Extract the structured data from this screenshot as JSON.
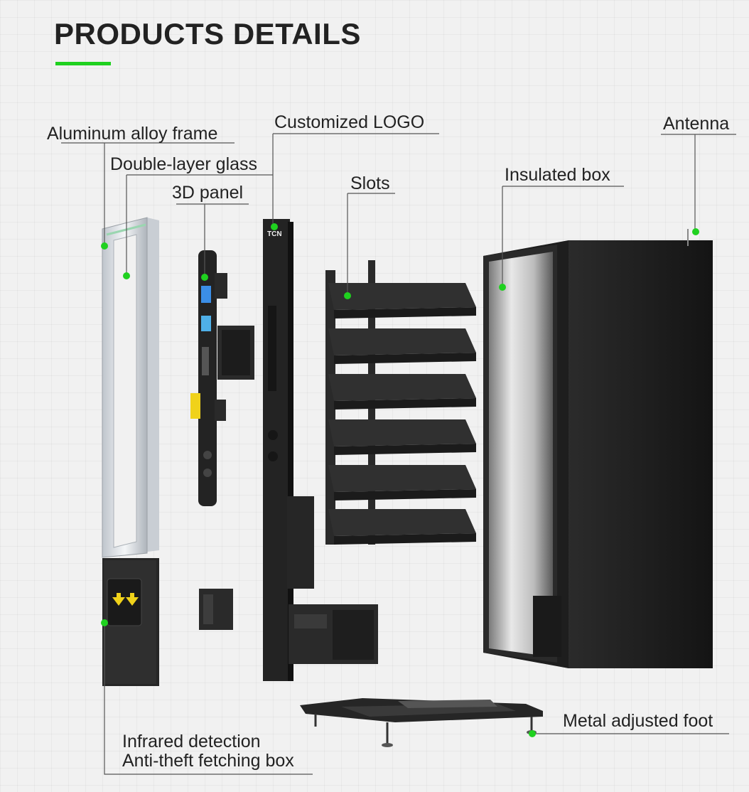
{
  "heading": "PRODUCTS DETAILS",
  "colors": {
    "accent": "#1fd11f",
    "text": "#222222",
    "leader": "#555555",
    "cabinet": "#1e1e1e",
    "frame": "#d9dde2",
    "background": "#f1f1f1"
  },
  "labels": {
    "aluminum_alloy_frame": "Aluminum alloy frame",
    "double_layer_glass": "Double-layer glass",
    "panel_3d": "3D panel",
    "customized_logo": "Customized LOGO",
    "slots": "Slots",
    "insulated_box": "Insulated box",
    "antenna": "Antenna",
    "metal_adjusted_foot": "Metal adjusted foot",
    "infrared_line1": "Infrared detection",
    "infrared_line2": "Anti-theft fetching box"
  },
  "panel_logo_text": "TCN"
}
